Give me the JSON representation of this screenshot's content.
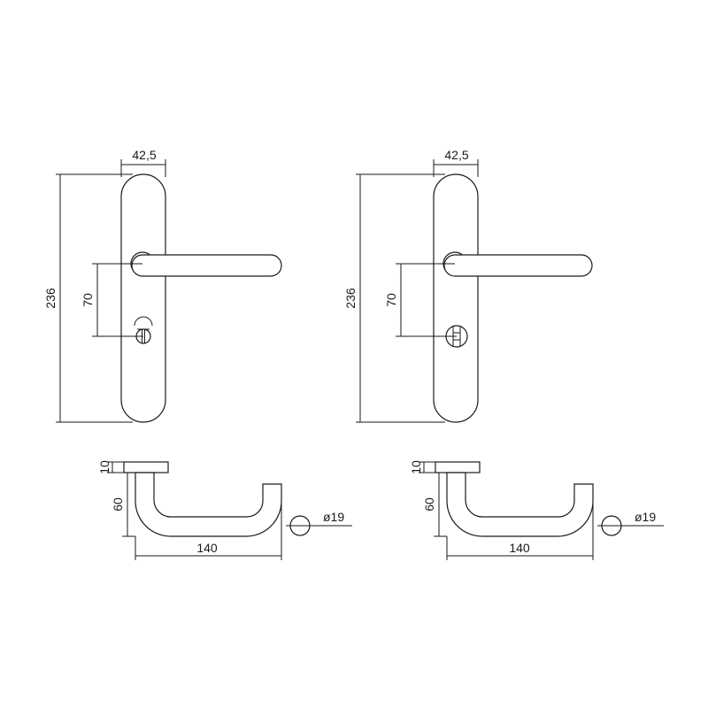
{
  "colors": {
    "line": "#1a1a1a",
    "background": "#ffffff"
  },
  "views": [
    {
      "name": "privacy-lock-plate",
      "front": {
        "width": "42,5",
        "height": "236",
        "spacing": "70"
      },
      "side": {
        "rose_thickness": "10",
        "projection": "60",
        "length": "140",
        "diameter": "ø19"
      }
    },
    {
      "name": "euro-cylinder-plate",
      "front": {
        "width": "42,5",
        "height": "236",
        "spacing": "70"
      },
      "side": {
        "rose_thickness": "10",
        "projection": "60",
        "length": "140",
        "diameter": "ø19"
      }
    }
  ]
}
